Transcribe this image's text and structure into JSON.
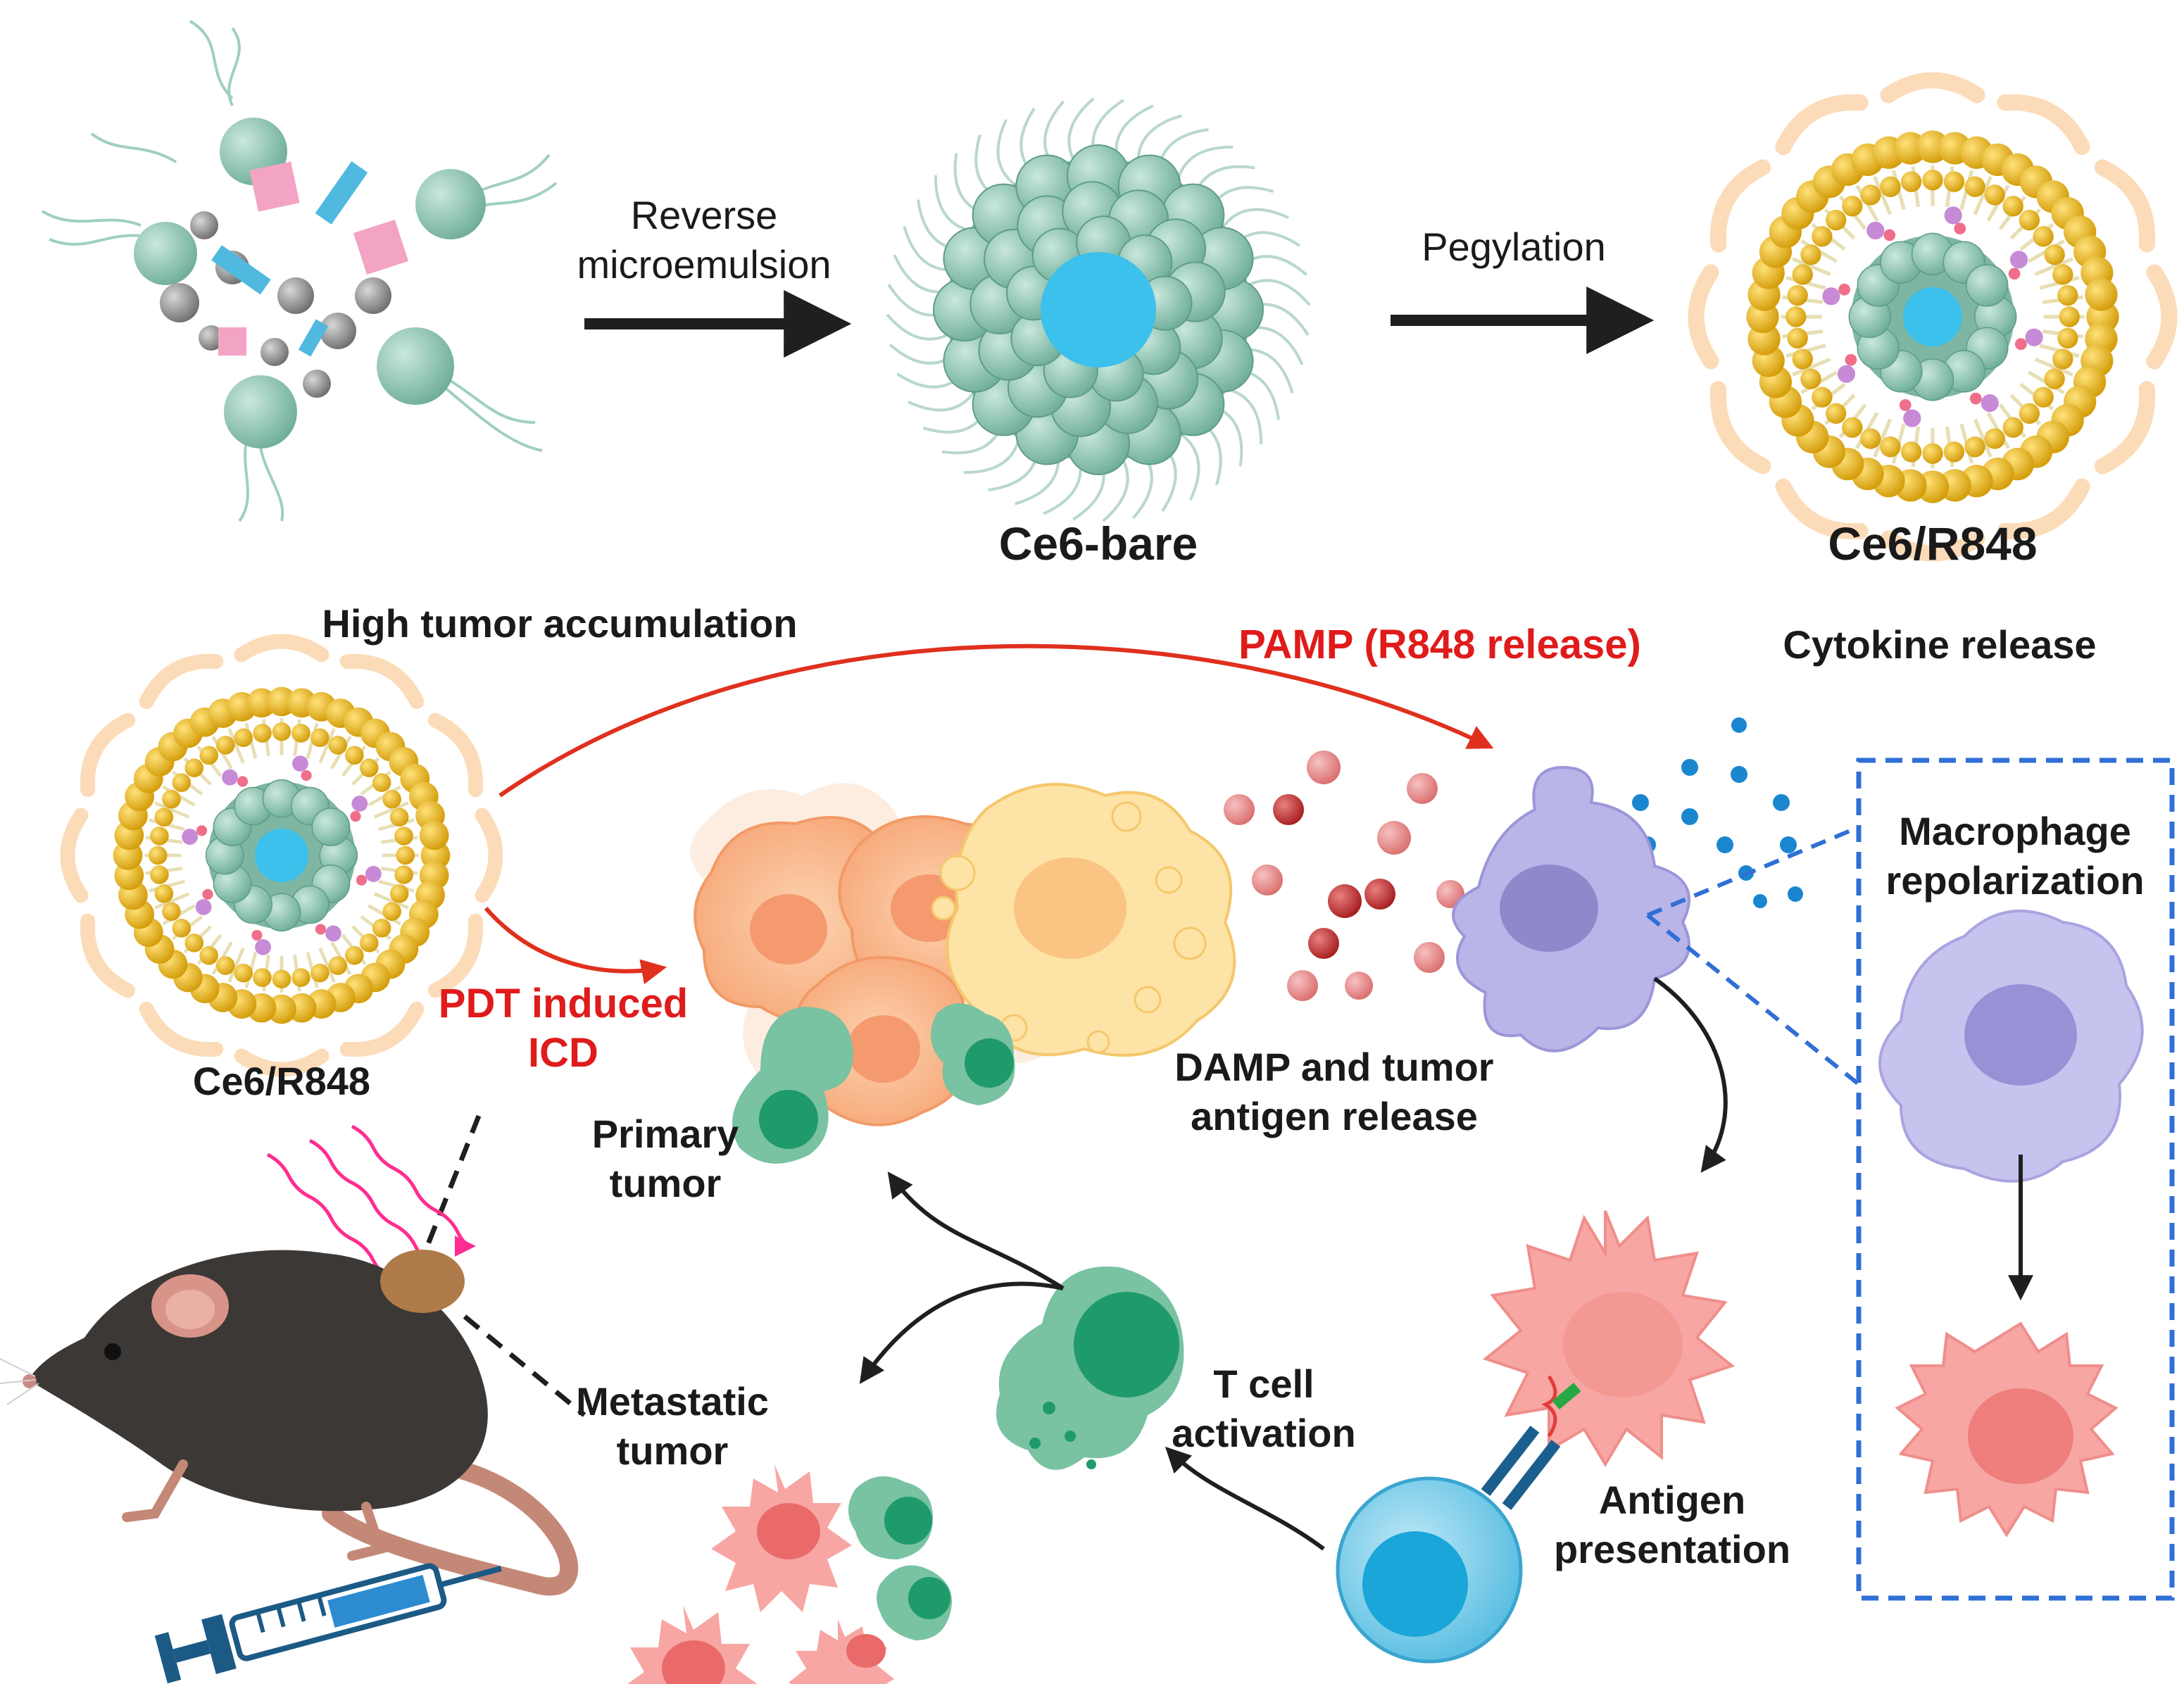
{
  "labels": {
    "reverse_line1": "Reverse",
    "reverse_line2": "microemulsion",
    "pegylation": "Pegylation",
    "ce6_bare": "Ce6-bare",
    "ce6_r848_top": "Ce6/R848",
    "high_tumor": "High tumor accumulation",
    "pamp": "PAMP (R848 release)",
    "cytokine": "Cytokine release",
    "macrophage_line1": "Macrophage",
    "macrophage_line2": "repolarization",
    "pdt_line1": "PDT induced",
    "pdt_line2": "ICD",
    "ce6_r848_left": "Ce6/R848",
    "damp_line1": "DAMP and tumor",
    "damp_line2": "antigen release",
    "primary_line1": "Primary",
    "primary_line2": "tumor",
    "metastatic_line1": "Metastatic",
    "metastatic_line2": "tumor",
    "tcell_line1": "T cell",
    "tcell_line2": "activation",
    "antigen_line1": "Antigen",
    "antigen_line2": "presentation"
  },
  "colors": {
    "arrow_dark": "#1f1f1f",
    "arrow_red": "#e0301e",
    "label_red": "#e01b1b",
    "dashed_box": "#2f6fd6",
    "core_cyan": "#3cc0ec",
    "micelle_green": "#8fc6b4",
    "lipid_gold": "#f0b81a",
    "tcell_green": "#3a9f7a",
    "macrophage_purple": "#b9b5e8",
    "dendritic_pink": "#f7a6a3",
    "tumor_orange": "#f8b58a",
    "damp_red": "#d14545",
    "cytokine_blue": "#1a86cf",
    "mouse_dark": "#3c3836"
  }
}
